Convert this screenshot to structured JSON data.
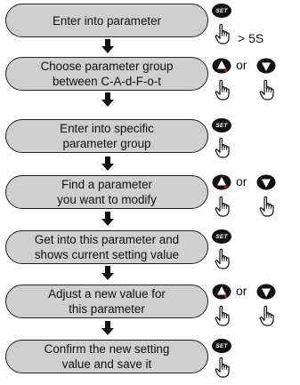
{
  "steps": [
    {
      "line1": "Enter into parameter",
      "line2": ""
    },
    {
      "line1": "Choose parameter group",
      "line2": "between C-A-d-F-o-t"
    },
    {
      "line1": "Enter into specific",
      "line2": "parameter group"
    },
    {
      "line1": "Find a parameter",
      "line2": "you want to modify"
    },
    {
      "line1": "Get into this parameter and",
      "line2": "shows current setting value"
    },
    {
      "line1": "Adjust a new value for",
      "line2": "this parameter"
    },
    {
      "line1": "Confirm the new setting",
      "line2": "value and save it"
    }
  ],
  "controls": {
    "set_label": "SET",
    "or_text": "or",
    "hold_text": "> 5S"
  }
}
